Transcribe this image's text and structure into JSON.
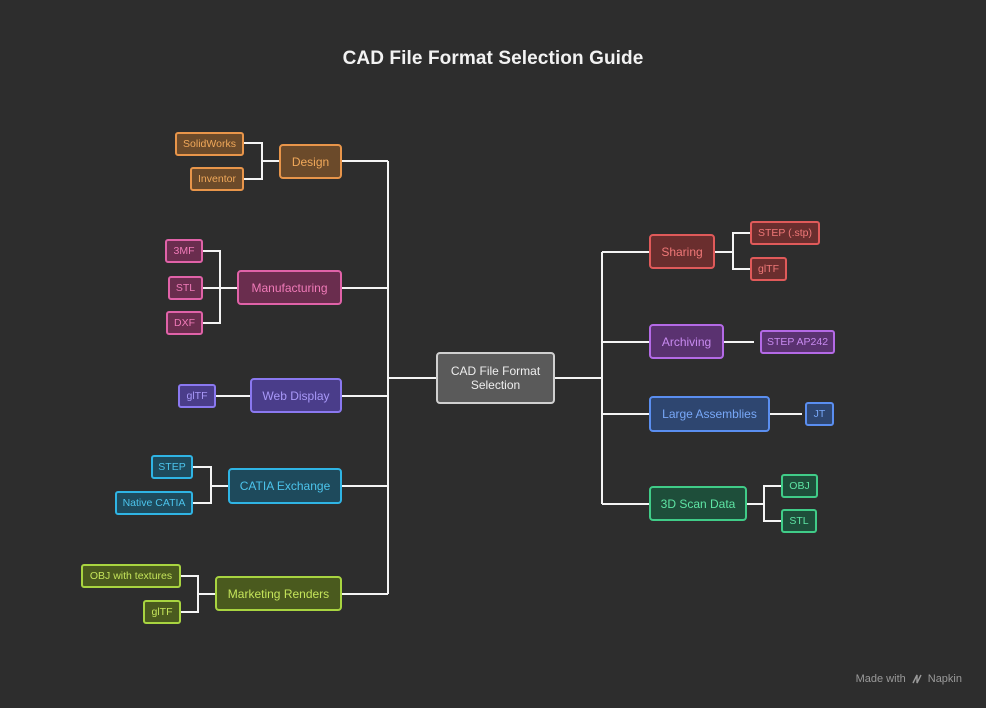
{
  "title": "CAD File Format Selection Guide",
  "center": "CAD File Format Selection",
  "left": {
    "design": {
      "label": "Design",
      "leaves": [
        "SolidWorks",
        "Inventor"
      ]
    },
    "manufacturing": {
      "label": "Manufacturing",
      "leaves": [
        "3MF",
        "STL",
        "DXF"
      ]
    },
    "web_display": {
      "label": "Web Display",
      "leaves": [
        "glTF"
      ]
    },
    "catia_exchange": {
      "label": "CATIA Exchange",
      "leaves": [
        "STEP",
        "Native CATIA"
      ]
    },
    "marketing_renders": {
      "label": "Marketing Renders",
      "leaves": [
        "OBJ with textures",
        "glTF"
      ]
    }
  },
  "right": {
    "sharing": {
      "label": "Sharing",
      "leaves": [
        "STEP (.stp)",
        "glTF"
      ]
    },
    "archiving": {
      "label": "Archiving",
      "leaves": [
        "STEP AP242"
      ]
    },
    "large_assemblies": {
      "label": "Large Assemblies",
      "leaves": [
        "JT"
      ]
    },
    "scan_data": {
      "label": "3D Scan Data",
      "leaves": [
        "OBJ",
        "STL"
      ]
    }
  },
  "colors": {
    "background": "#2d2d2d",
    "design": "#e8954a",
    "manufacturing": "#e062a8",
    "web_display": "#8a78f0",
    "catia_exchange": "#2fb4e4",
    "marketing_renders": "#a8d440",
    "sharing": "#e05a5a",
    "archiving": "#b46ae6",
    "large_assemblies": "#5a8ef0",
    "scan_data": "#40cc88"
  },
  "watermark": {
    "made_with": "Made with",
    "brand": "Napkin",
    "icon": "napkin-icon"
  }
}
